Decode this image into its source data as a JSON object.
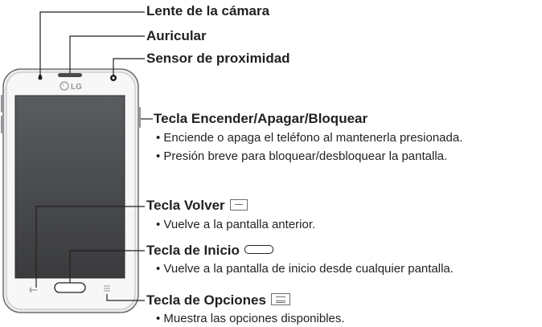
{
  "phone": {
    "brand": "LG"
  },
  "callouts": {
    "camera": {
      "label": "Lente de la cámara"
    },
    "earpiece": {
      "label": "Auricular"
    },
    "proximity": {
      "label": "Sensor de proximidad"
    },
    "power": {
      "label": "Tecla Encender/Apagar/Bloquear",
      "desc1": "• Enciende o apaga el teléfono al mantenerla presionada.",
      "desc2": "• Presión breve para bloquear/desbloquear la pantalla."
    },
    "back": {
      "label": "Tecla Volver",
      "icon": "back-key-icon",
      "desc": "• Vuelve a la pantalla anterior."
    },
    "home": {
      "label": "Tecla de Inicio",
      "icon": "home-key-icon",
      "desc": "• Vuelve a la pantalla de inicio desde cualquier pantalla."
    },
    "menu": {
      "label": "Tecla de Opciones",
      "icon": "menu-key-icon",
      "desc": "• Muestra las opciones disponibles."
    }
  },
  "colors": {
    "line": "#231f20",
    "body_frame": "#d1d3d4",
    "screen_top": "#5a5c5f",
    "screen_bottom": "#3a3b3d",
    "text": "#231f20"
  }
}
